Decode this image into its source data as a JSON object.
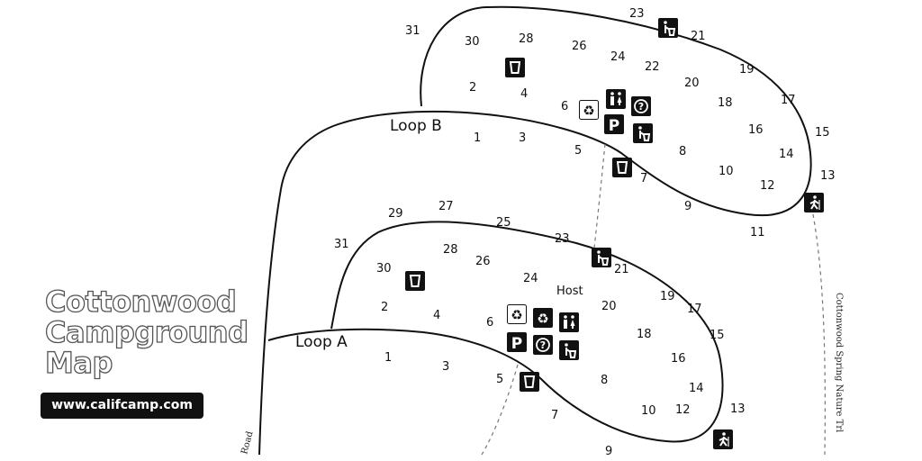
{
  "title": {
    "line1": "Cottonwood",
    "line2": "Campground",
    "line3": "Map"
  },
  "website": "www.califcamp.com",
  "loops": [
    {
      "name": "Loop B",
      "sites": [
        "31",
        "30",
        "28",
        "26",
        "24",
        "23",
        "22",
        "21",
        "2",
        "4",
        "6",
        "19",
        "20",
        "18",
        "17",
        "16",
        "15",
        "14",
        "13",
        "12",
        "10",
        "9",
        "8",
        "7",
        "5",
        "3",
        "1",
        "11"
      ]
    },
    {
      "name": "Loop A",
      "sites": [
        "29",
        "27",
        "25",
        "31",
        "28",
        "26",
        "23",
        "21",
        "30",
        "24",
        "20",
        "19",
        "17",
        "2",
        "4",
        "6",
        "18",
        "15",
        "16",
        "14",
        "13",
        "12",
        "10",
        "8",
        "7",
        "5",
        "3",
        "1",
        "9"
      ]
    }
  ],
  "host_label": "Host",
  "road_label": "Road",
  "trail_label": "Cottonwood Spring Nature Trl",
  "icons": [
    "water-icon",
    "trash-icon",
    "recycle-icon",
    "restroom-icon",
    "information-icon",
    "parking-icon",
    "trailhead-icon"
  ]
}
